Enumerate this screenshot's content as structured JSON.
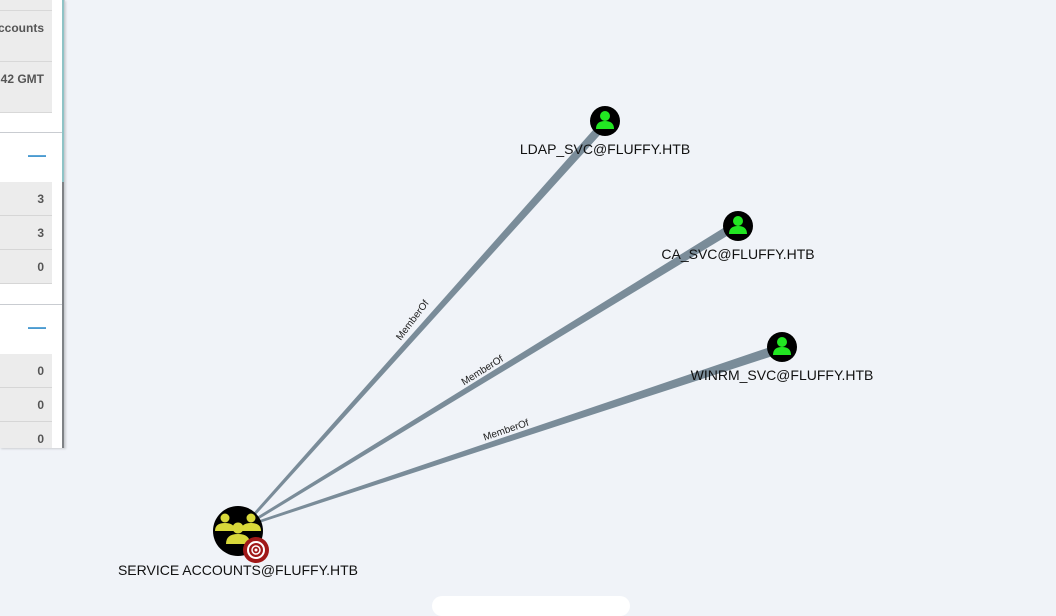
{
  "sidebar": {
    "info_rows": [
      "ccounts",
      "42 GMT"
    ],
    "section1": {
      "collapse_label": "—",
      "counts": [
        "3",
        "3",
        "0"
      ]
    },
    "section2": {
      "collapse_label": "—",
      "counts": [
        "0",
        "0",
        "0"
      ]
    }
  },
  "graph": {
    "nodes": {
      "ldap": {
        "label": "LDAP_SVC@FLUFFY.HTB",
        "icon": "user-icon"
      },
      "ca": {
        "label": "CA_SVC@FLUFFY.HTB",
        "icon": "user-icon"
      },
      "winrm": {
        "label": "WINRM_SVC@FLUFFY.HTB",
        "icon": "user-icon"
      },
      "group": {
        "label": "SERVICE ACCOUNTS@FLUFFY.HTB",
        "icon": "group-icon",
        "badge": "target-icon"
      }
    },
    "edges": {
      "ldap": {
        "label": "MemberOf"
      },
      "ca": {
        "label": "MemberOf"
      },
      "winrm": {
        "label": "MemberOf"
      }
    }
  },
  "colors": {
    "user_node": "#22e622",
    "group_node": "#d8d83a",
    "edge": "#7a8c99",
    "target_badge": "#a01818",
    "background": "#f0f3f8"
  }
}
